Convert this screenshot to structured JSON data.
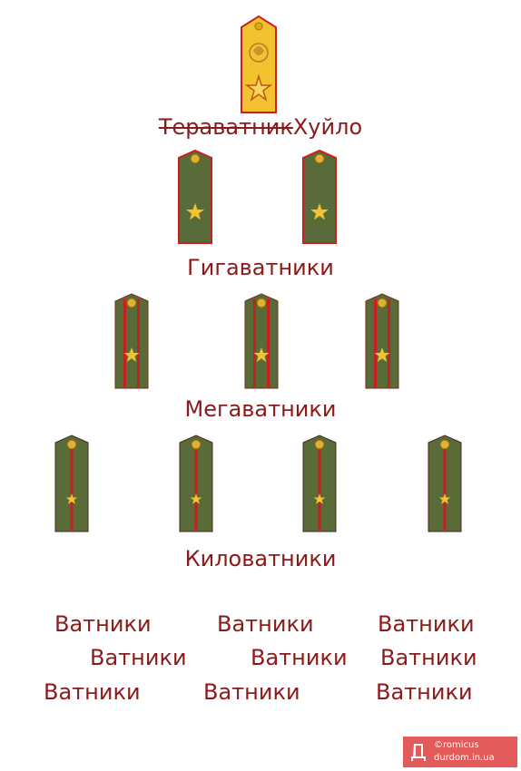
{
  "tiers": {
    "top": {
      "struck": "Тераватник",
      "name": "Хуйло"
    },
    "giga": "Гигаватники",
    "mega": "Мегаватники",
    "kilo": "Киловатники"
  },
  "vatniki": {
    "row1": [
      "Ватники",
      "Ватники",
      "Ватники"
    ],
    "row2": [
      "Ватники",
      "Ватники",
      "Ватники"
    ],
    "row3": [
      "Ватники",
      "Ватники",
      "Ватники"
    ]
  },
  "watermark": {
    "line1": "©romicus",
    "line2": "durdom.in.ua"
  },
  "colors": {
    "label": "#8b1a1a",
    "strap_green": "#5a6b3a",
    "strap_gold": "#f2c230",
    "stripe_red": "#c8201e",
    "watermark_bg": "#e25a5a"
  }
}
